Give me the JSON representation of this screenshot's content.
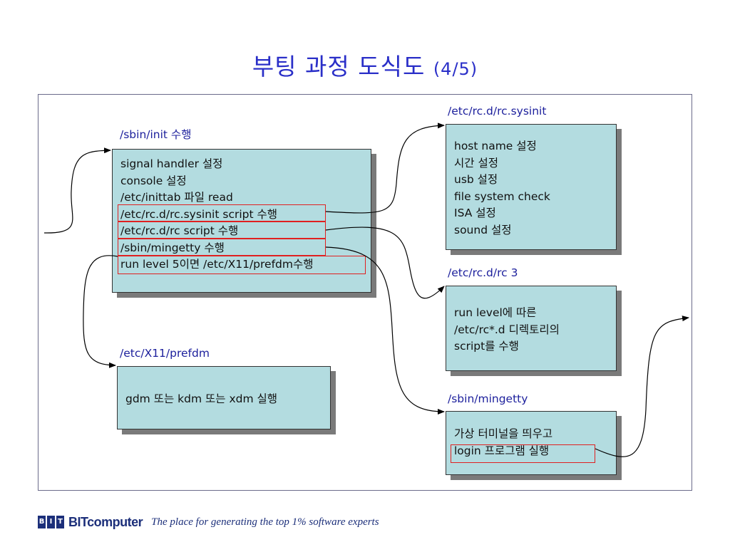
{
  "slide": {
    "title": "부팅 과정 도식도",
    "title_number": "(4/5)"
  },
  "init_box": {
    "label": "/sbin/init 수행",
    "lines": [
      "signal handler 설정",
      "console 설정",
      "/etc/inittab 파일 read",
      "/etc/rc.d/rc.sysinit script 수행",
      "/etc/rc.d/rc script 수행",
      "/sbin/mingetty 수행",
      "run level 5이면 /etc/X11/prefdm수행"
    ]
  },
  "sysinit_box": {
    "label": "/etc/rc.d/rc.sysinit",
    "lines": [
      "host name 설정",
      "시간 설정",
      "usb 설정",
      "file system check",
      "ISA 설정",
      "sound 설정"
    ]
  },
  "rc_box": {
    "label": "/etc/rc.d/rc 3",
    "lines": [
      "run level에 따른",
      "/etc/rc*.d 디렉토리의",
      "script를 수행"
    ]
  },
  "prefdm_box": {
    "label": "/etc/X11/prefdm",
    "lines": [
      "gdm 또는 kdm 또는 xdm 실행"
    ]
  },
  "mingetty_box": {
    "label": "/sbin/mingetty",
    "lines": [
      "가상 터미널을 띄우고",
      "login 프로그램 실행"
    ]
  },
  "footer": {
    "logo_letters": [
      "B",
      "I",
      "T"
    ],
    "brand": "BITcomputer",
    "tagline": "The place for generating the top 1% software experts"
  },
  "colors": {
    "title": "#2a2fc8",
    "label": "#1c1f9c",
    "box_fill": "#b3dce0",
    "highlight": "#e02020",
    "brand": "#1c2f7a"
  }
}
